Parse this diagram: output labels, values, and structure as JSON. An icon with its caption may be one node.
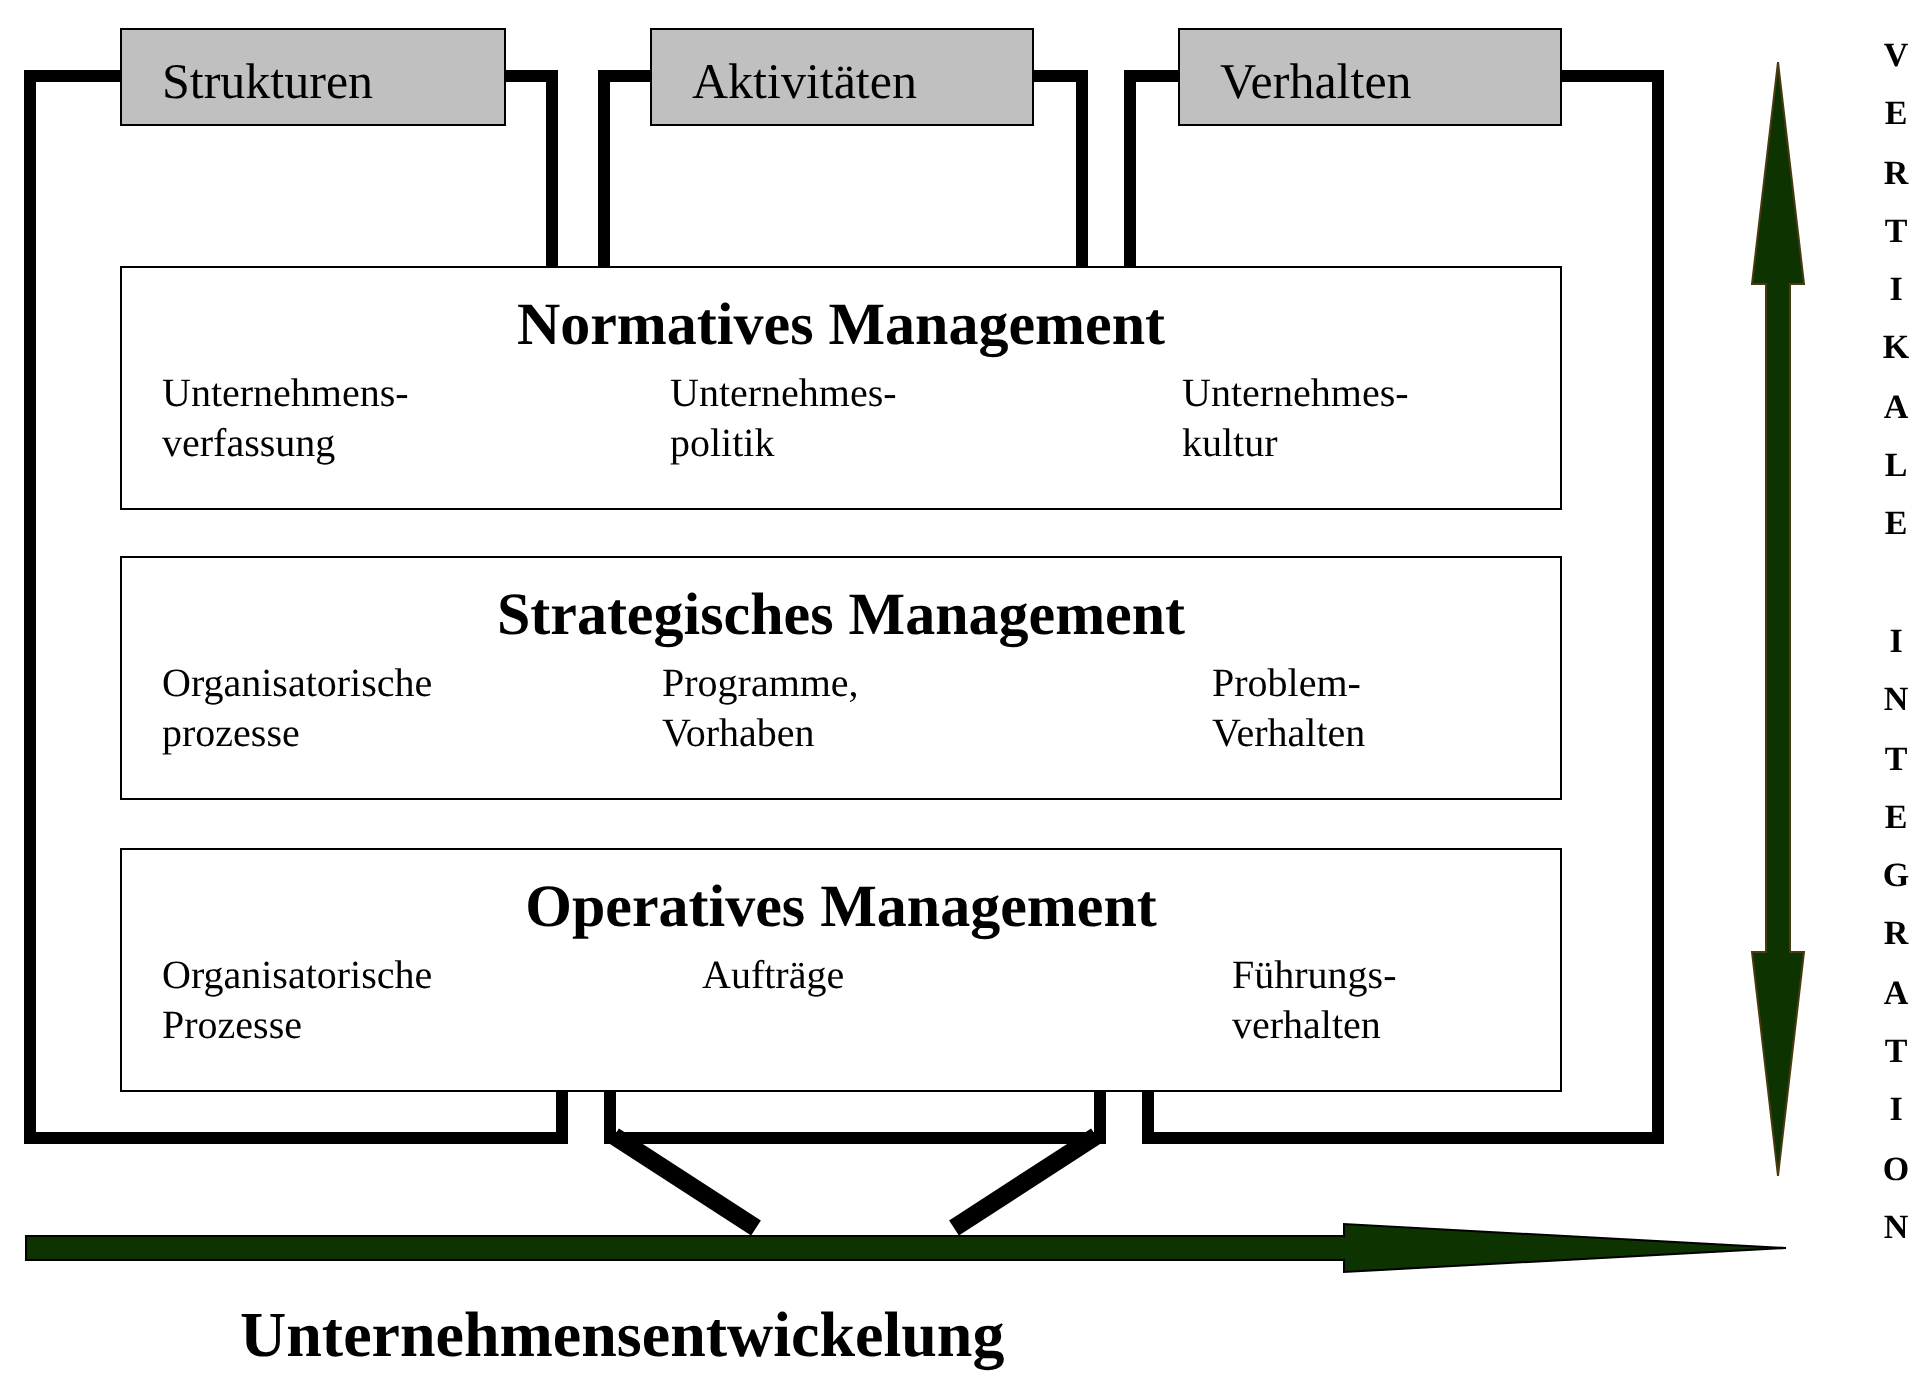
{
  "diagram": {
    "nodes": [
      {
        "text": [
          "Strukturen"
        ]
      },
      {
        "text": [
          "Aktivitäten"
        ]
      },
      {
        "text": [
          "Verhalten"
        ]
      },
      {
        "text": [
          "Normatives Management",
          "Unternehmens- verfassung",
          "Unternehmes- politik",
          "Unternehmes- kultur"
        ]
      },
      {
        "text": [
          "Strategisches Management",
          "Organisatorische prozesse",
          "Programme, Vorhaben",
          "Problem- Verhalten"
        ]
      },
      {
        "text": [
          "Operatives Management",
          "Organisatorische Prozesse",
          "Aufträge",
          "Führungs- verhalten"
        ]
      }
    ],
    "labels": [
      "Unternehmensentwickelung",
      "VERTIKALE INTEGRATION"
    ]
  }
}
